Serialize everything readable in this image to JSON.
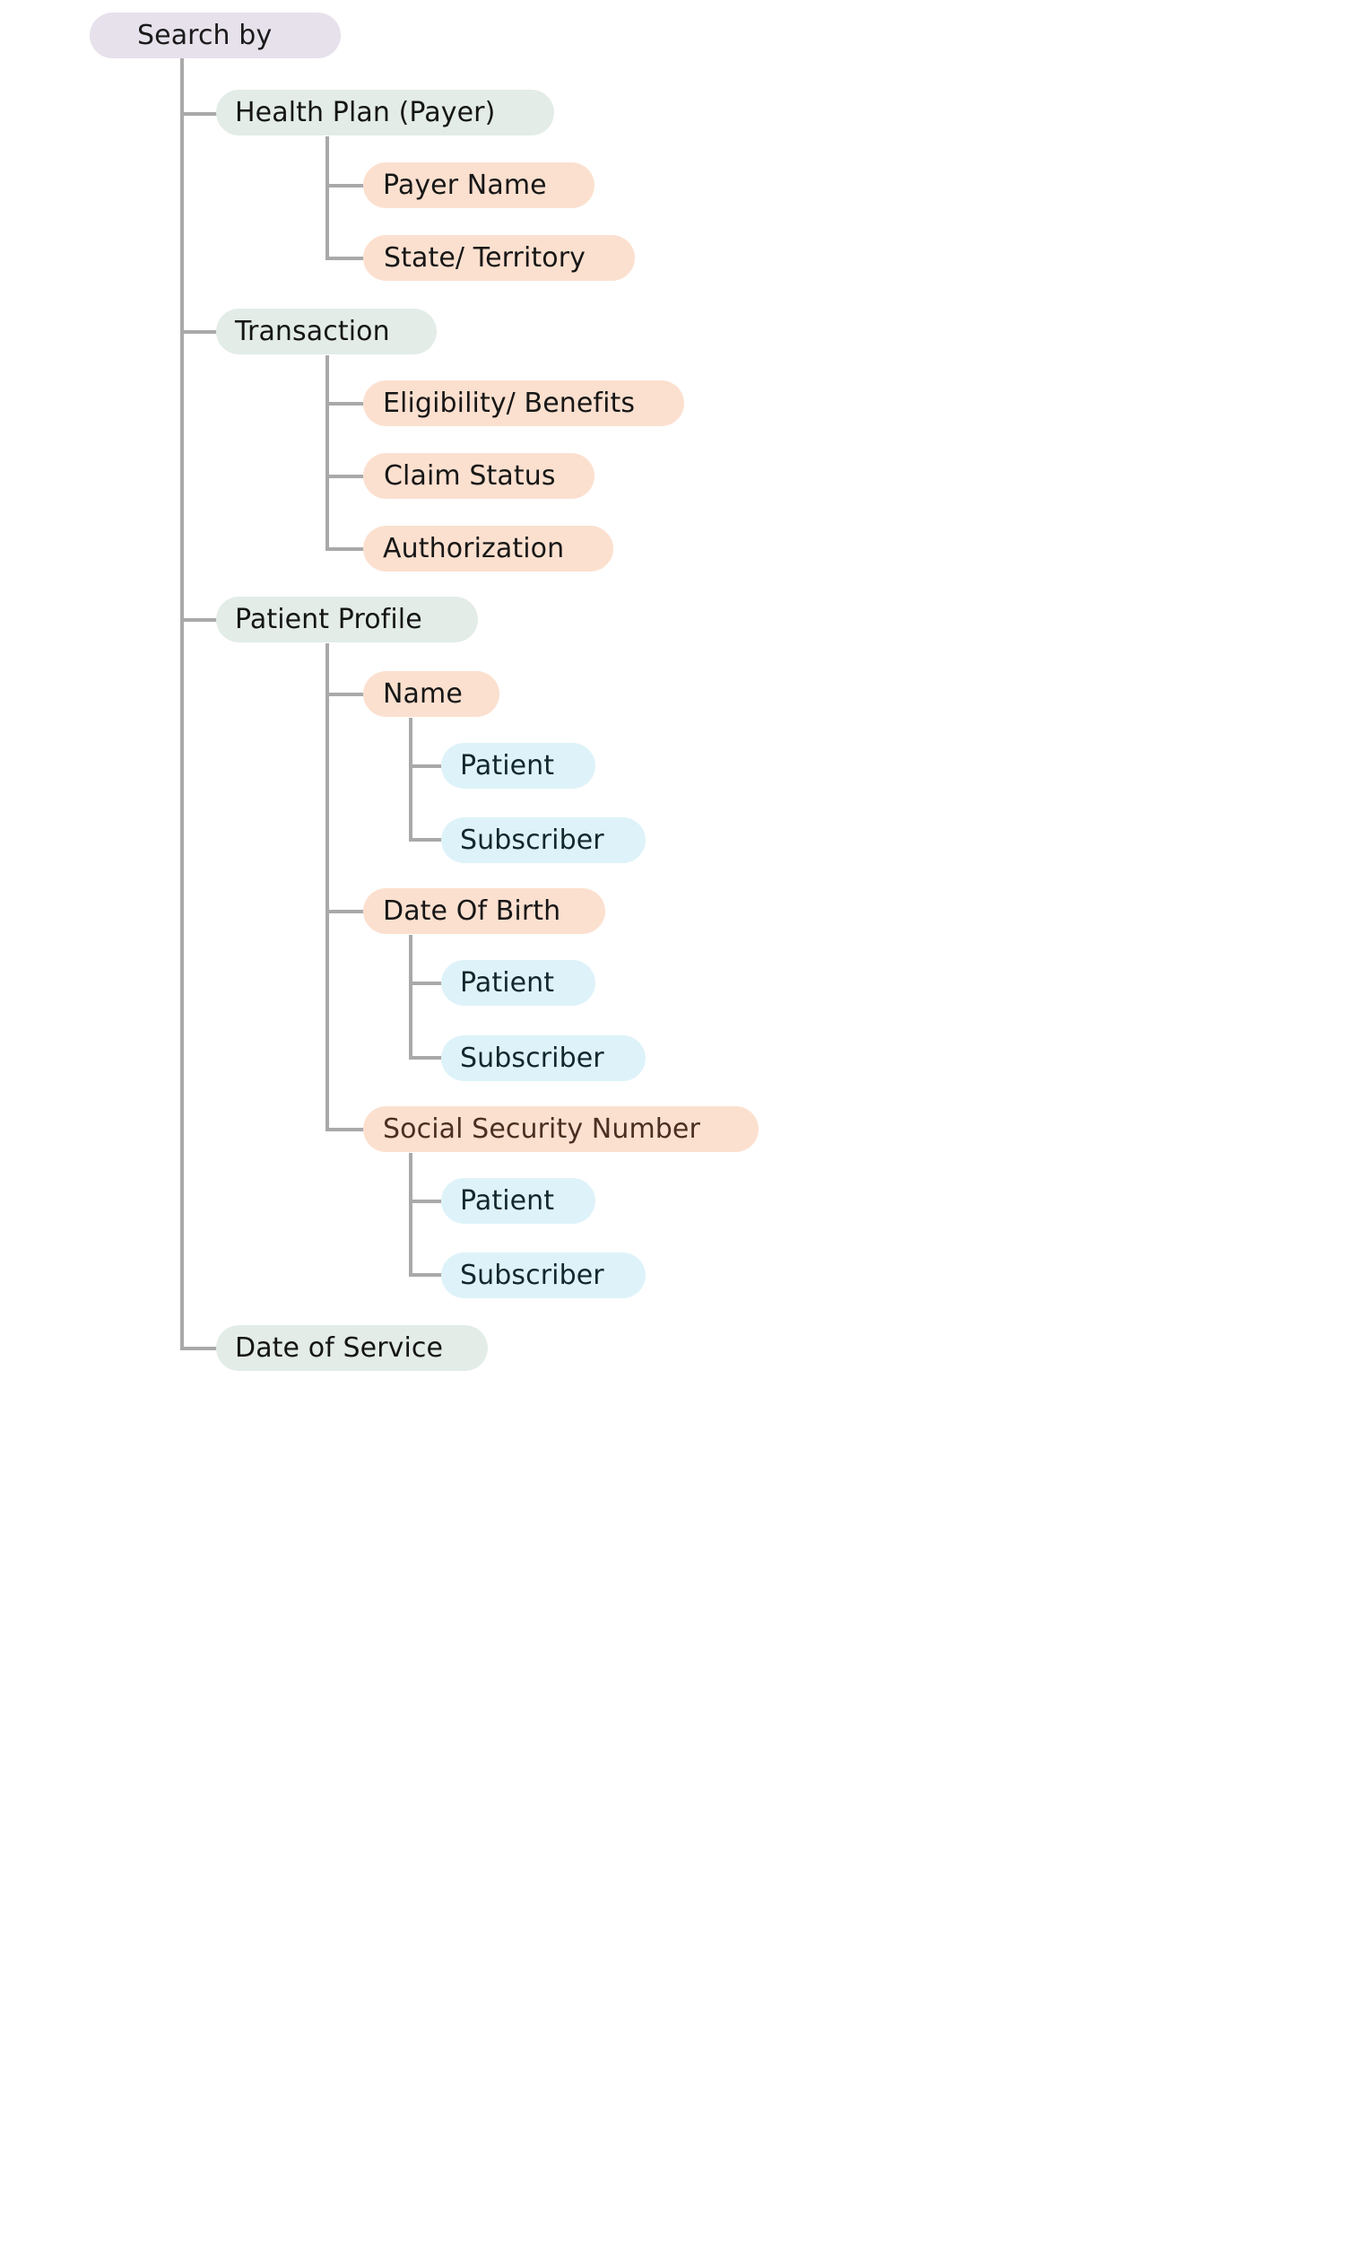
{
  "diagram": {
    "type": "mindmap-tree",
    "orientation": "left-to-right",
    "root": {
      "label": "Search by",
      "level": 0
    },
    "colors": {
      "root_fill": "#e7e1ec",
      "level1_fill": "#e3ece7",
      "level2_fill": "#fce0cf",
      "level3_fill": "#def3f9",
      "connector": "#a9a9a9",
      "background": "#ffffff",
      "text": "#151515",
      "ssn_text": "#4a2f22"
    },
    "nodes": {
      "health_plan": "Health Plan (Payer)",
      "payer_name": "Payer Name",
      "state_territory": "State/ Territory",
      "transaction": "Transaction",
      "eligibility_benefits": "Eligibility/ Benefits",
      "claim_status": "Claim Status",
      "authorization": "Authorization",
      "patient_profile": "Patient Profile",
      "name": "Name",
      "name_patient": "Patient",
      "name_subscriber": "Subscriber",
      "date_of_birth": "Date Of Birth",
      "dob_patient": "Patient",
      "dob_subscriber": "Subscriber",
      "social_security_number": "Social Security Number",
      "ssn_patient": "Patient",
      "ssn_subscriber": "Subscriber",
      "date_of_service": "Date of Service"
    }
  }
}
